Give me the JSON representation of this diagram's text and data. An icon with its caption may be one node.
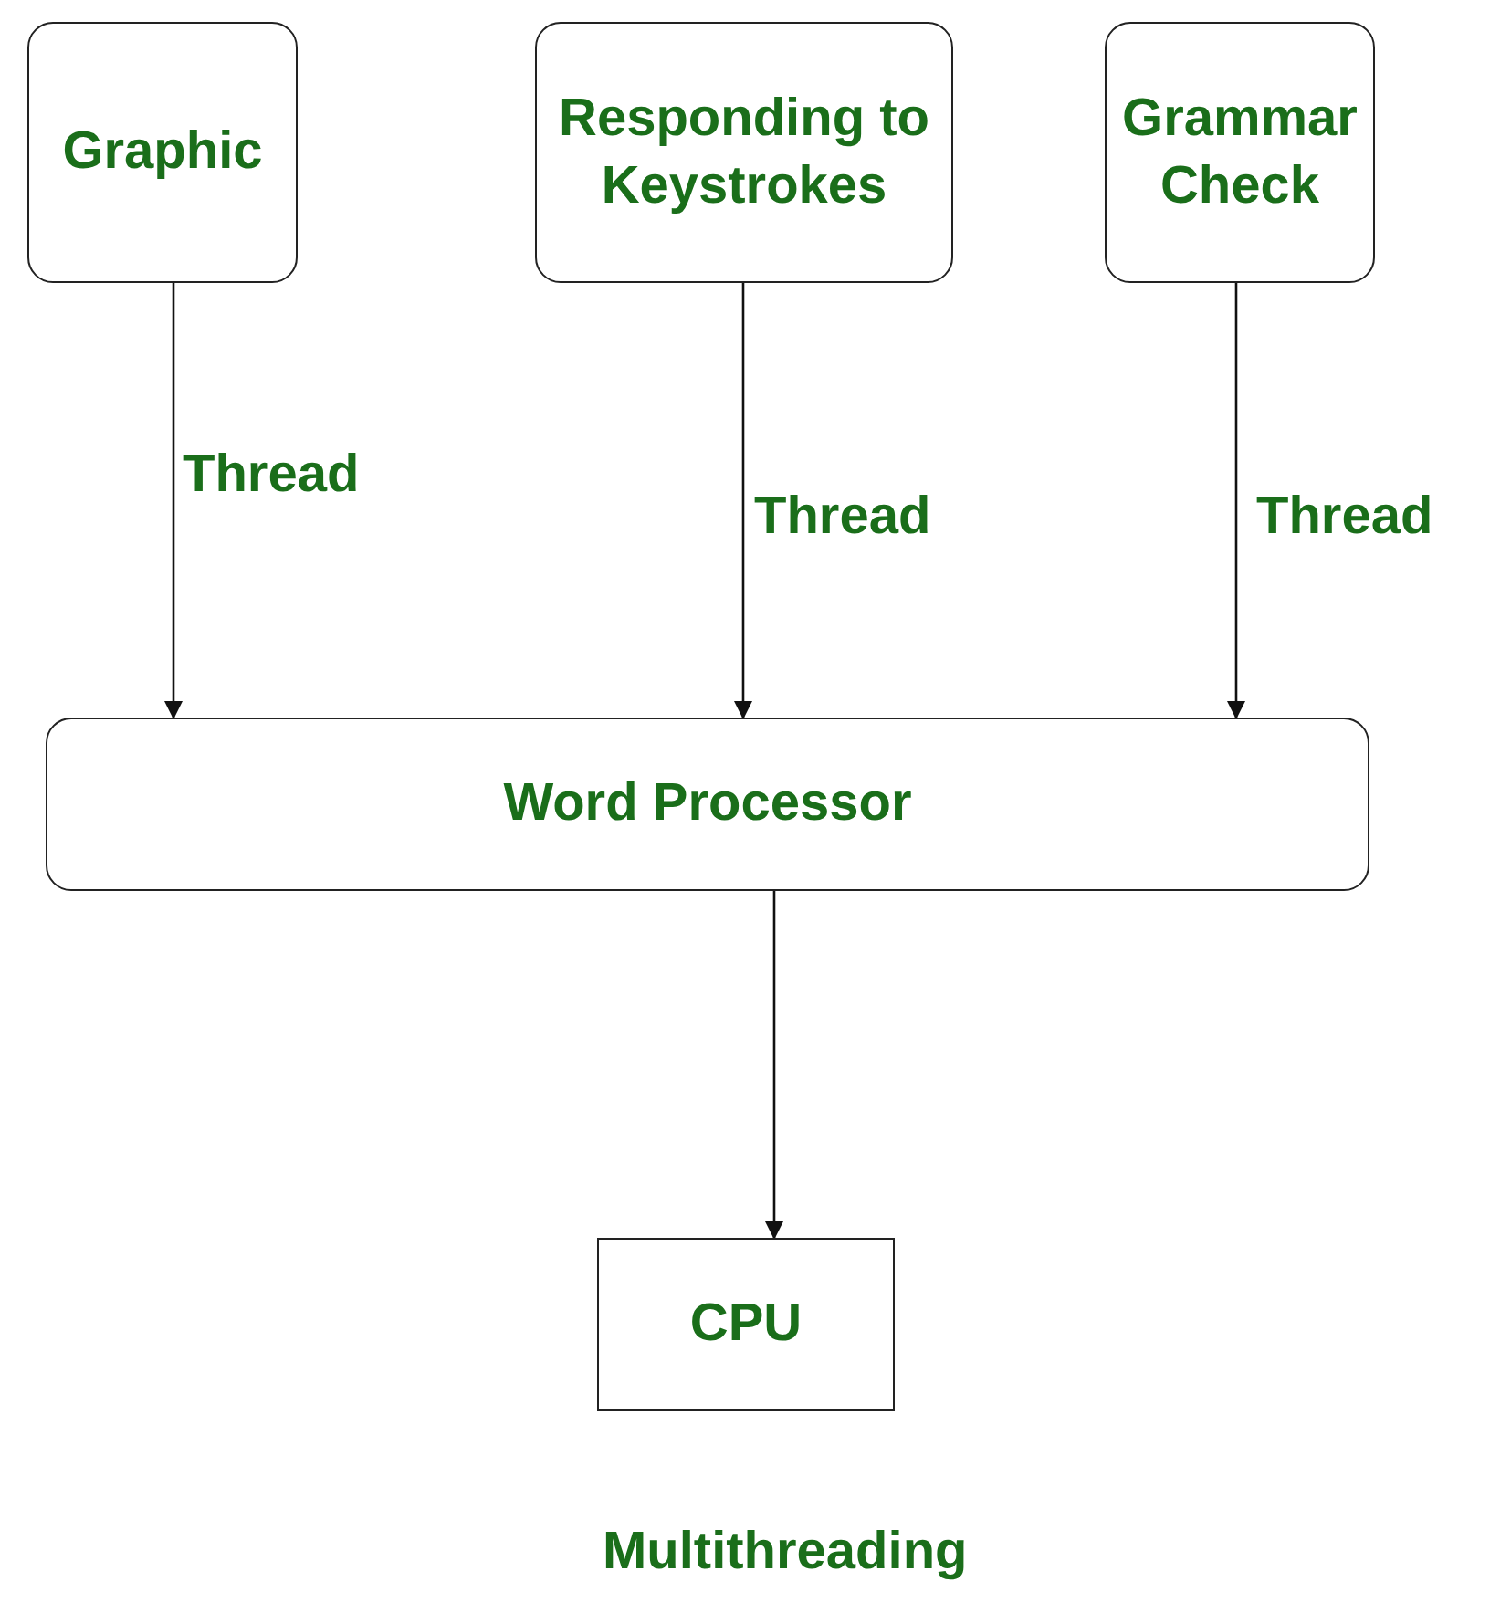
{
  "diagram": {
    "caption": "Multithreading",
    "nodes": [
      {
        "text": [
          "Graphic"
        ]
      },
      {
        "text": [
          "Responding to Keystrokes"
        ]
      },
      {
        "text": [
          "Grammar Check"
        ]
      },
      {
        "text": [
          "Word Processor"
        ]
      },
      {
        "text": [
          "CPU"
        ]
      }
    ],
    "edges": [
      {
        "from": 0,
        "to": 3,
        "arrow": "to",
        "label": "Thread"
      },
      {
        "from": 1,
        "to": 3,
        "arrow": "to",
        "label": "Thread"
      },
      {
        "from": 2,
        "to": 3,
        "arrow": "to",
        "label": "Thread"
      },
      {
        "from": 3,
        "to": 4,
        "arrow": "to"
      }
    ]
  }
}
